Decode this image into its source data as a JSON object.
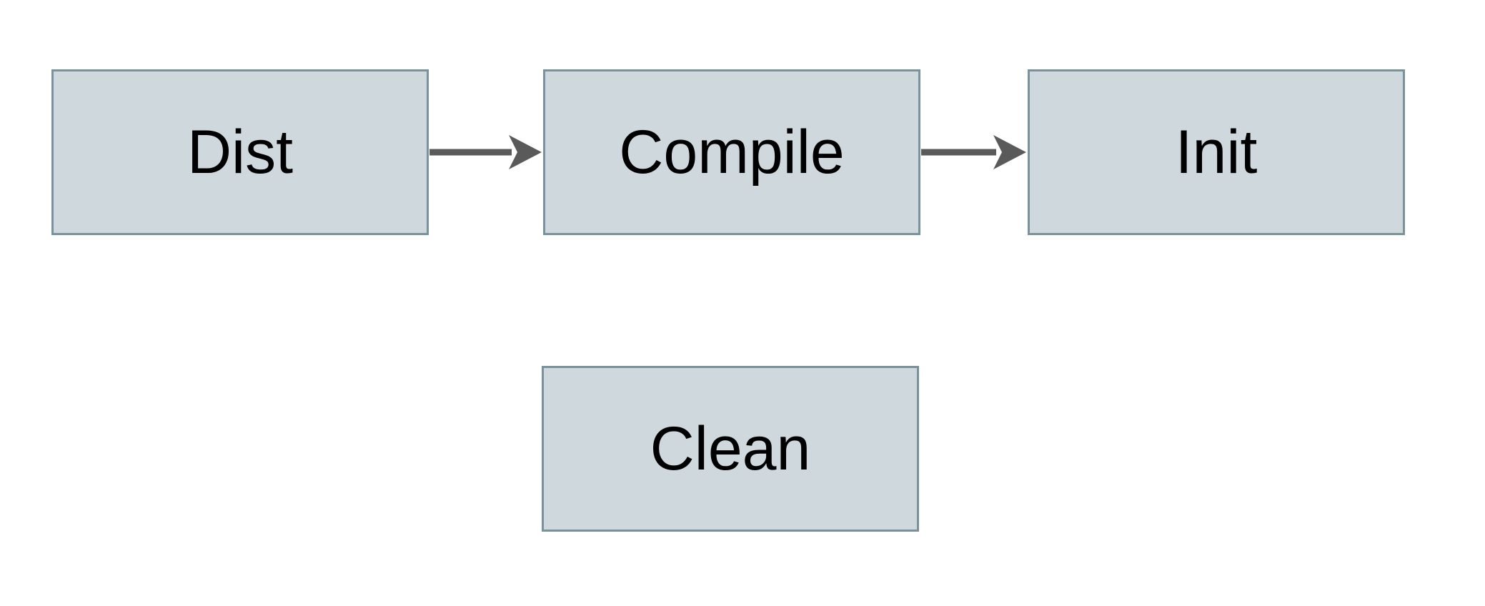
{
  "diagram": {
    "type": "flowchart",
    "background_color": "#ffffff",
    "node_style": {
      "fill_color": "#cfd8dc",
      "border_color": "#7a929c",
      "text_color": "#000000"
    },
    "arrow_color": "#5a5a5a",
    "nodes": [
      {
        "id": "dist",
        "label": "Dist",
        "row": 1,
        "col": 1
      },
      {
        "id": "compile",
        "label": "Compile",
        "row": 1,
        "col": 2
      },
      {
        "id": "init",
        "label": "Init",
        "row": 1,
        "col": 3
      },
      {
        "id": "clean",
        "label": "Clean",
        "row": 2,
        "col": 2
      }
    ],
    "edges": [
      {
        "from": "dist",
        "to": "compile",
        "direction": "right"
      },
      {
        "from": "compile",
        "to": "init",
        "direction": "right"
      }
    ]
  }
}
